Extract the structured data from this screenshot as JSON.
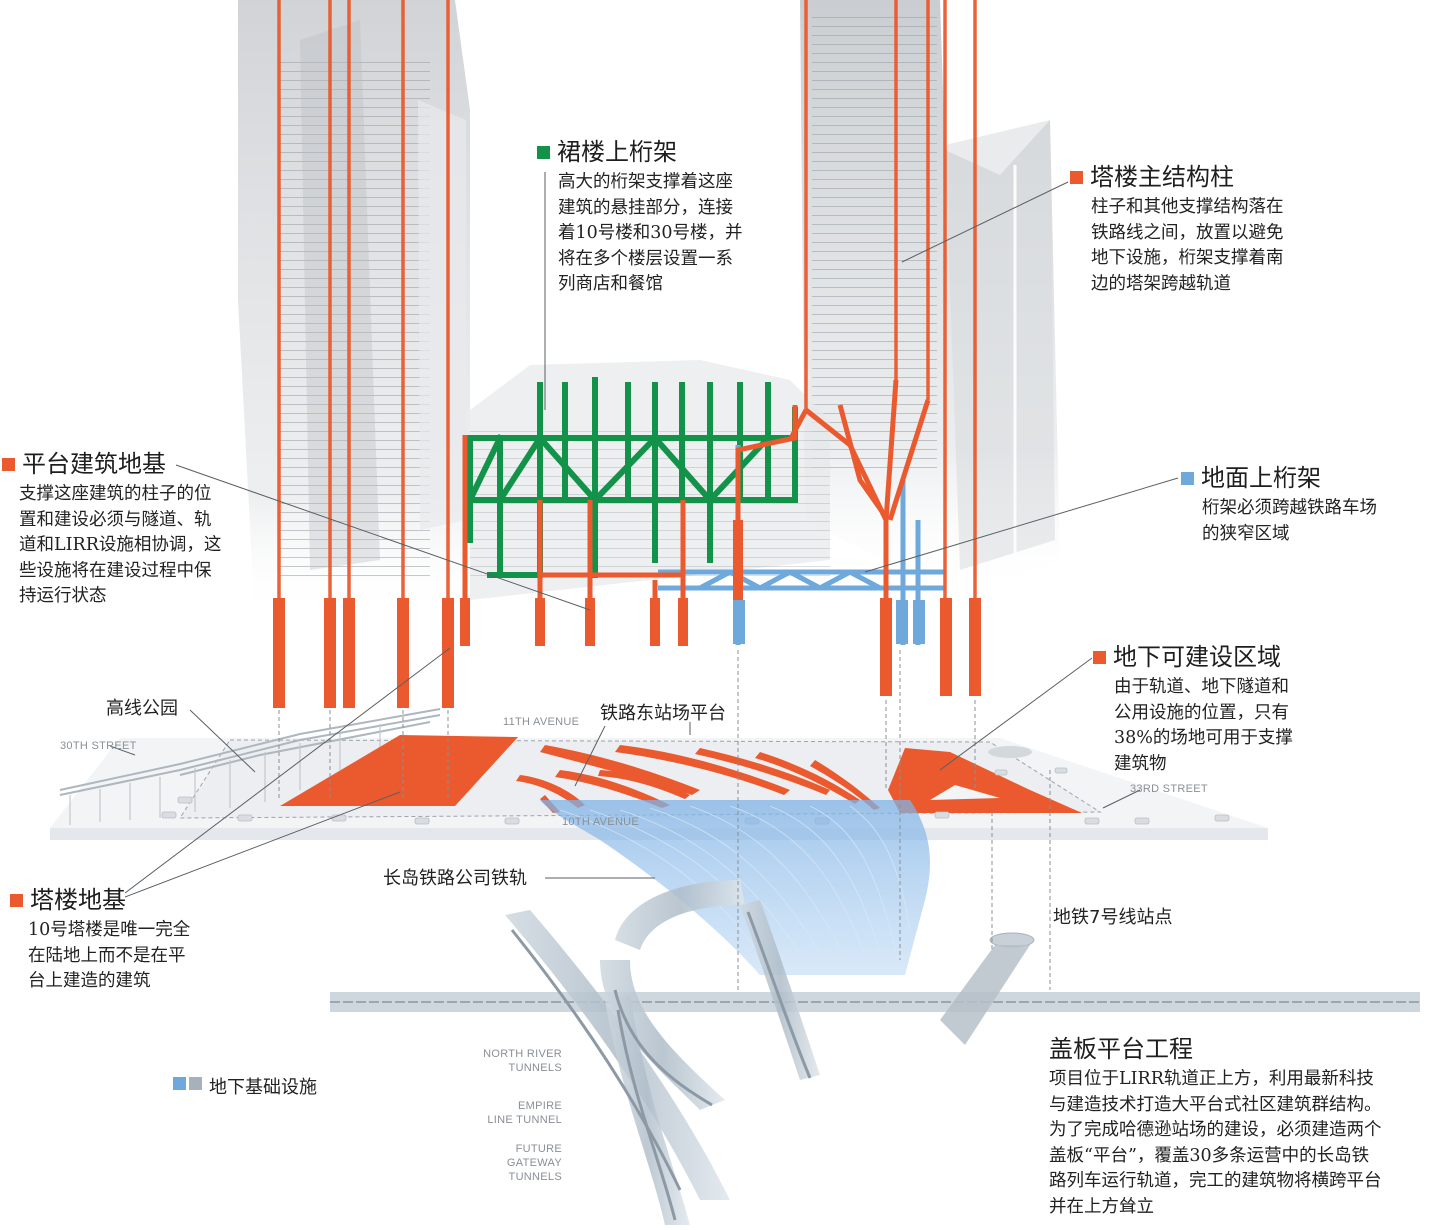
{
  "colors": {
    "structure": "#ea5a2e",
    "truss": "#13924a",
    "ground_truss": "#6fa9dc",
    "infrastructure_gray": "#a6b1bb"
  },
  "callouts": {
    "podium_truss": {
      "title": "裙楼上桁架",
      "text": "高大的桁架支撑着这座\n建筑的悬挂部分，连接\n着10号楼和30号楼，并\n将在多个楼层设置一系\n列商店和餐馆"
    },
    "tower_columns": {
      "title": "塔楼主结构柱",
      "text": "柱子和其他支撑结构落在\n铁路线之间，放置以避免\n地下设施，桁架支撑着南\n边的塔架跨越轨道"
    },
    "platform_foundation": {
      "title": "平台建筑地基",
      "text": "支撑这座建筑的柱子的位\n置和建设必须与隧道、轨\n道和LIRR设施相协调，这\n些设施将在建设过程中保\n持运行状态"
    },
    "ground_truss": {
      "title": "地面上桁架",
      "text": "桁架必须跨越铁路车场\n的狭窄区域"
    },
    "buildable_area": {
      "title": "地下可建设区域",
      "text": "由于轨道、地下隧道和\n公用设施的位置，只有\n38%的场地可用于支撑\n建筑物"
    },
    "tower_foundation": {
      "title": "塔楼地基",
      "text": "10号塔楼是唯一完全\n在陆地上而不是在平\n台上建造的建筑"
    },
    "deck_platform": {
      "title": "盖板平台工程",
      "text": "项目位于LIRR轨道正上方，利用最新科技\n与建造技术打造大平台式社区建筑群结构。\n为了完成哈德逊站场的建设，必须建造两个\n盖板“平台”，覆盖30多条运营中的长岛铁\n路列车运行轨道，完工的建筑物将横跨平台\n并在上方耸立"
    }
  },
  "labels": {
    "high_line": "高线公园",
    "east_yard_platform": "铁路东站场平台",
    "lirr_tracks": "长岛铁路公司铁轨",
    "subway_7": "地铁7号线站点",
    "infrastructure_legend": "地下基础设施"
  },
  "street_labels": {
    "eleventh_ave": "11TH AVENUE",
    "thirtieth_st": "30TH STREET",
    "thirty_third_st": "33RD STREET",
    "tenth_ave": "10TH AVENUE"
  },
  "tunnel_labels": {
    "north_river": "NORTH RIVER\nTUNNELS",
    "empire_line": "EMPIRE\nLINE TUNNEL",
    "gateway": "FUTURE\nGATEWAY\nTUNNELS"
  }
}
